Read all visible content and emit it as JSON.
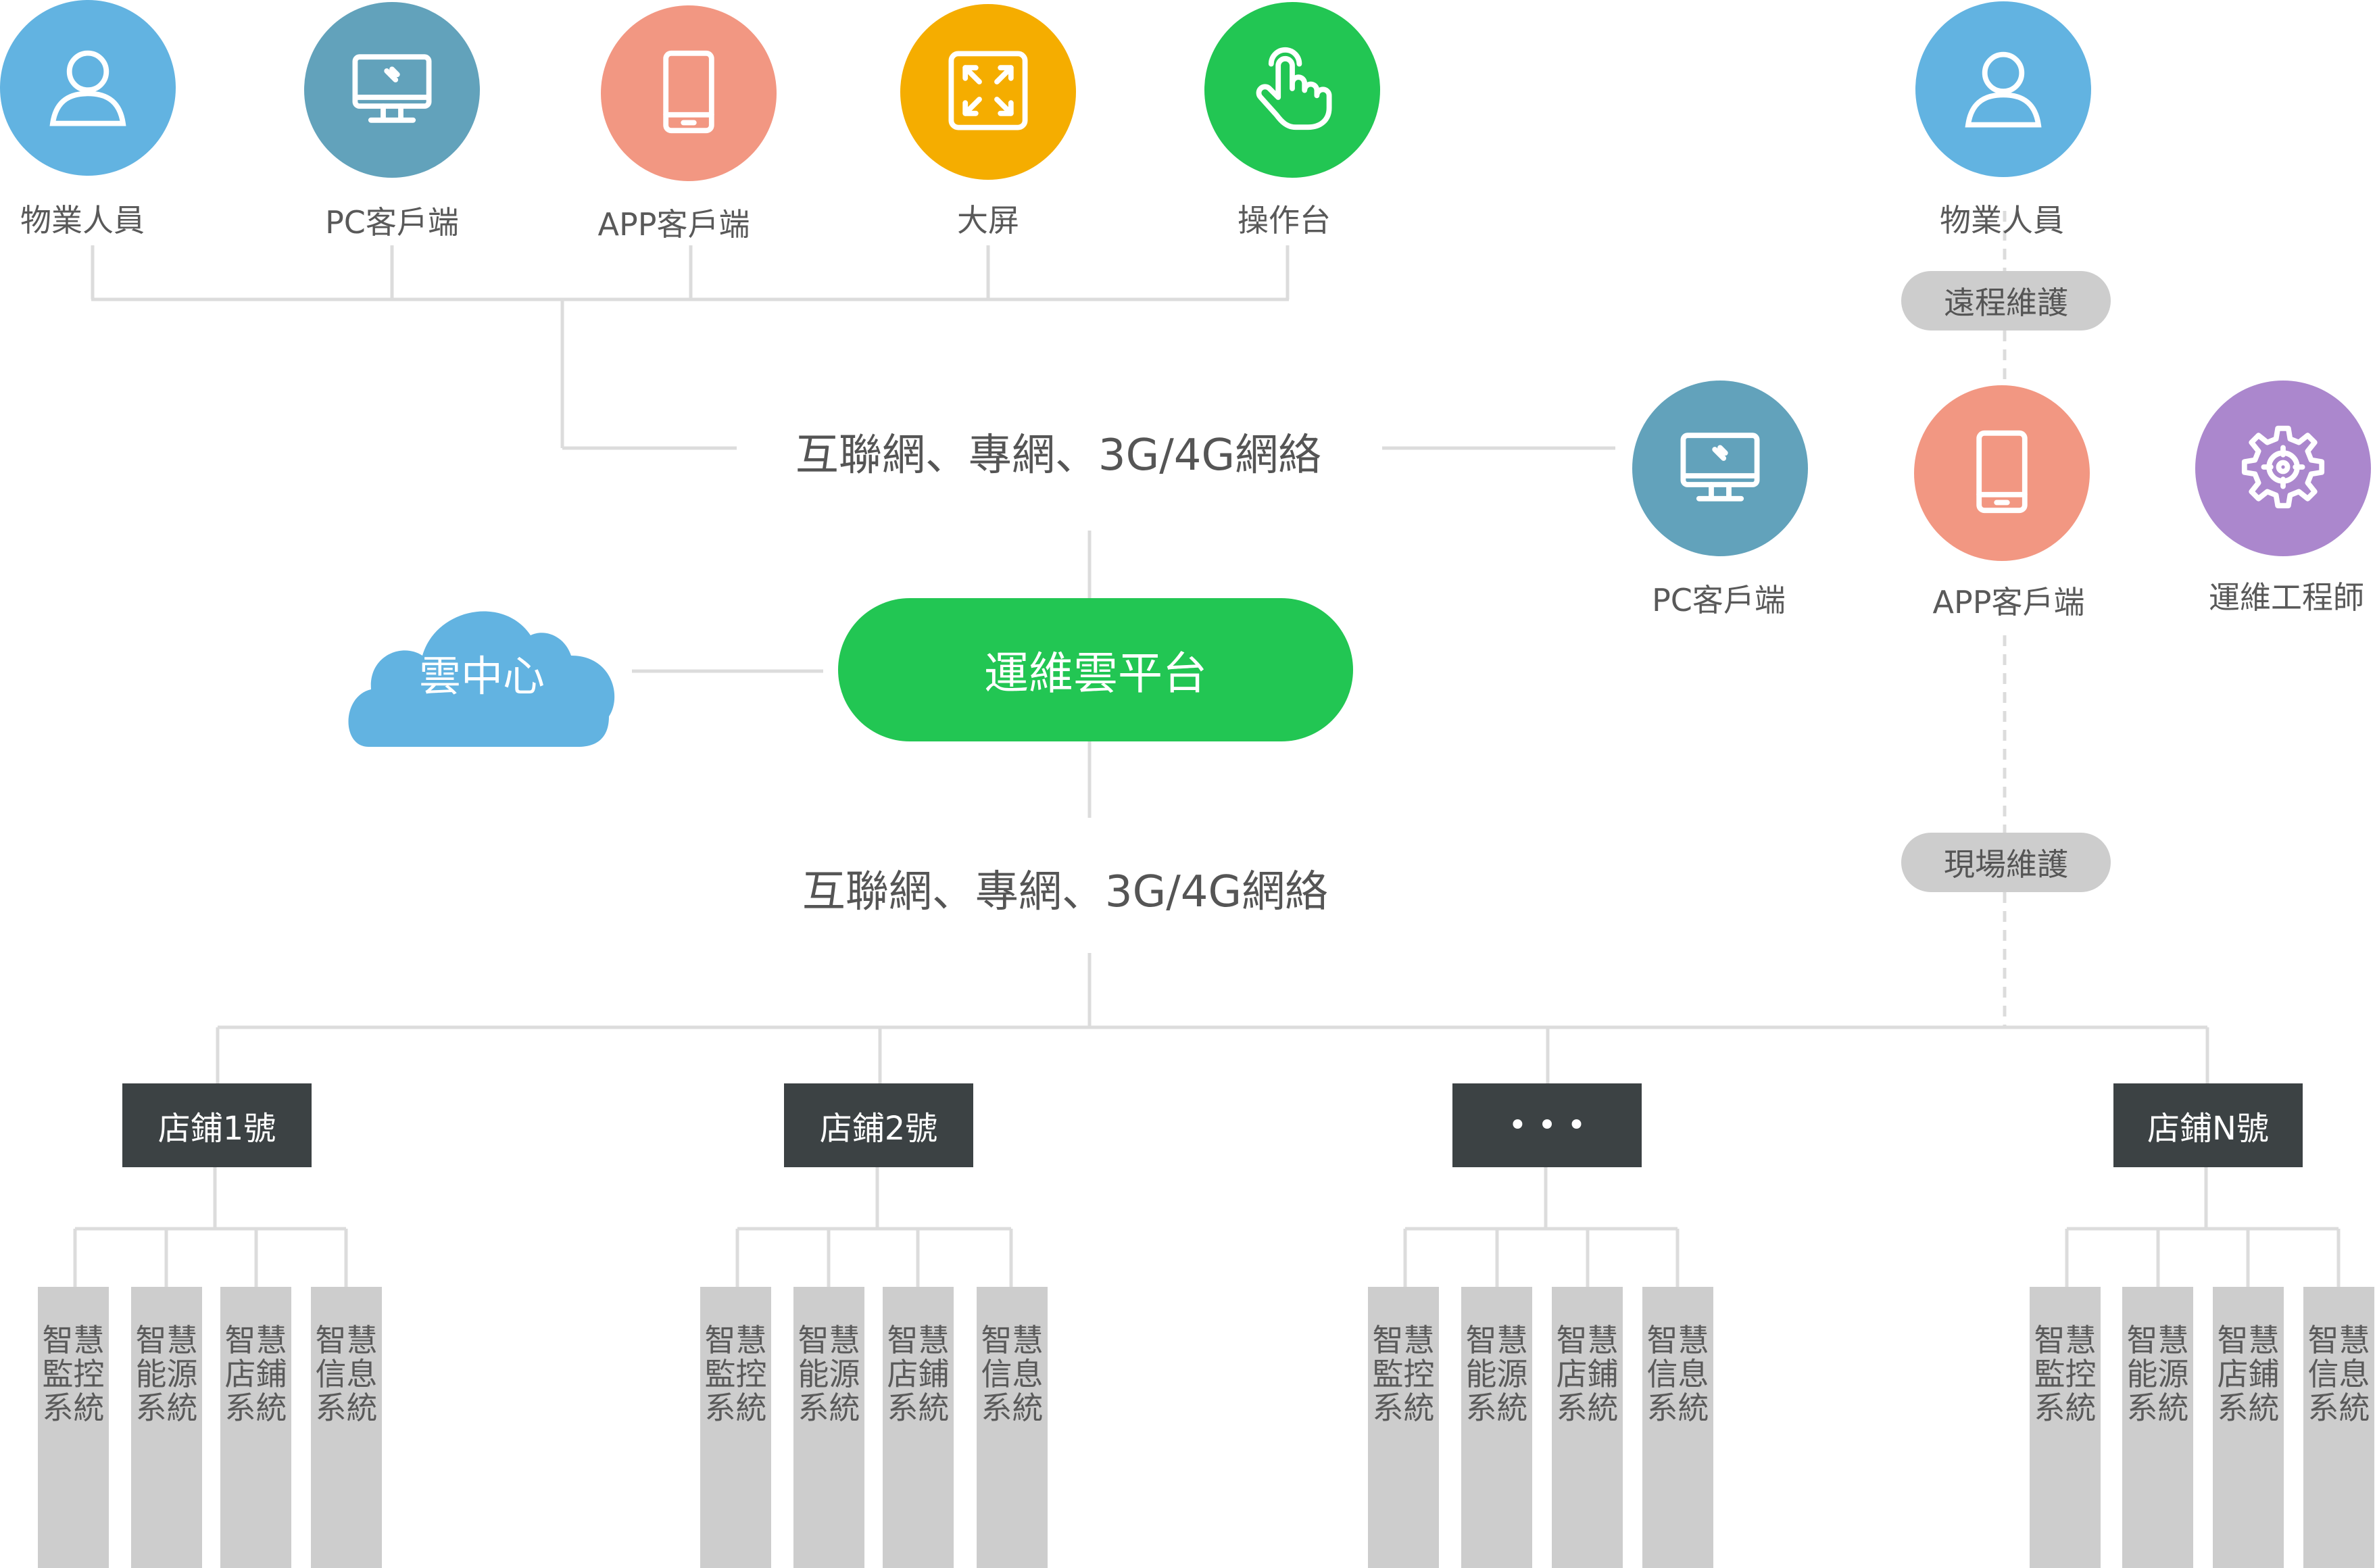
{
  "colors": {
    "blue": "#62b3e1",
    "teal": "#62a2bb",
    "salmon": "#f29782",
    "orange": "#f5ad00",
    "green": "#22c653",
    "purple": "#ab87cd",
    "dark": "#3c4244",
    "gray": "#cdcdcd",
    "line": "#dcdcdc"
  },
  "top_clients": [
    {
      "label": "物業人員",
      "icon": "user-icon",
      "color": "blue"
    },
    {
      "label": "PC客戶端",
      "icon": "monitor-icon",
      "color": "teal"
    },
    {
      "label": "APP客戶端",
      "icon": "phone-icon",
      "color": "salmon"
    },
    {
      "label": "大屏",
      "icon": "fullscreen-icon",
      "color": "orange"
    },
    {
      "label": "操作台",
      "icon": "tap-icon",
      "color": "green"
    }
  ],
  "network_top": "互聯網、專網、3G/4G網絡",
  "network_bottom": "互聯網、專網、3G/4G網絡",
  "cloud_label": "雲中心",
  "platform_label": "運維雲平台",
  "right_user": {
    "label": "物業人員",
    "icon": "user-icon",
    "color": "blue"
  },
  "remote_maintenance": "遠程維護",
  "onsite_maintenance": "現場維護",
  "right_clients": [
    {
      "label": "PC客戶端",
      "icon": "monitor-icon",
      "color": "teal"
    },
    {
      "label": "APP客戶端",
      "icon": "phone-icon",
      "color": "salmon"
    },
    {
      "label": "運維工程師",
      "icon": "gear-icon",
      "color": "purple"
    }
  ],
  "stores": [
    {
      "label": "店鋪1號",
      "systems": [
        "智慧監控系統",
        "智慧能源系統",
        "智慧店鋪系統",
        "智慧信息系統"
      ]
    },
    {
      "label": "店鋪2號",
      "systems": [
        "智慧監控系統",
        "智慧能源系統",
        "智慧店鋪系統",
        "智慧信息系統"
      ]
    },
    {
      "label": "• • •",
      "systems": [
        "智慧監控系統",
        "智慧能源系統",
        "智慧店鋪系統",
        "智慧信息系統"
      ]
    },
    {
      "label": "店鋪N號",
      "systems": [
        "智慧監控系統",
        "智慧能源系統",
        "智慧店鋪系統",
        "智慧信息系統"
      ]
    }
  ]
}
